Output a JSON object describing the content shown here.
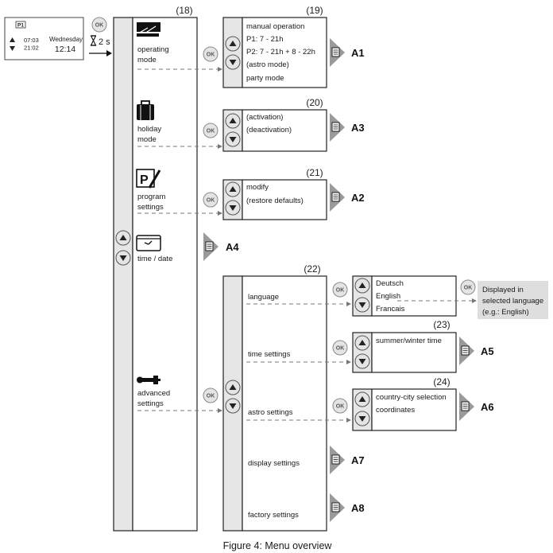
{
  "device": {
    "badge": "P1",
    "time_on": "07:03",
    "time_off": "21:02",
    "day": "Wednesday",
    "clock": "12:14",
    "hold": "2 s"
  },
  "ok_label": "OK",
  "main_menu": {
    "number": "(18)",
    "items": [
      {
        "label_lines": [
          "operating",
          "mode"
        ]
      },
      {
        "label_lines": [
          "holiday",
          "mode"
        ]
      },
      {
        "label_lines": [
          "program",
          "settings"
        ]
      },
      {
        "label_lines": [
          "time / date"
        ]
      },
      {
        "label_lines": [
          "advanced",
          "settings"
        ]
      }
    ]
  },
  "operating_menu": {
    "number": "(19)",
    "items": [
      "manual operation",
      "P1: 7 - 21h",
      "P2: 7 - 21h + 8 - 22h",
      "(astro mode)",
      "party mode"
    ],
    "ref": "A1"
  },
  "holiday_menu": {
    "number": "(20)",
    "items": [
      "(activation)",
      "(deactivation)"
    ],
    "ref": "A3"
  },
  "program_menu": {
    "number": "(21)",
    "items": [
      "modify",
      "(restore defaults)"
    ],
    "ref": "A2"
  },
  "time_date_ref": "A4",
  "advanced_menu": {
    "number": "(22)",
    "items": [
      "language",
      "time settings",
      "astro settings",
      "display settings",
      "factory settings"
    ]
  },
  "language_menu": {
    "items": [
      "Deutsch",
      "English",
      "Francais"
    ],
    "note_lines": [
      "Displayed in",
      "selected language",
      "(e.g.: English)"
    ]
  },
  "time_settings_menu": {
    "number": "(23)",
    "items": [
      "summer/winter time"
    ],
    "ref": "A5"
  },
  "astro_menu": {
    "number": "(24)",
    "items": [
      "country-city selection",
      "coordinates"
    ],
    "ref": "A6"
  },
  "display_ref": "A7",
  "factory_ref": "A8",
  "caption": "Figure 4: Menu overview"
}
